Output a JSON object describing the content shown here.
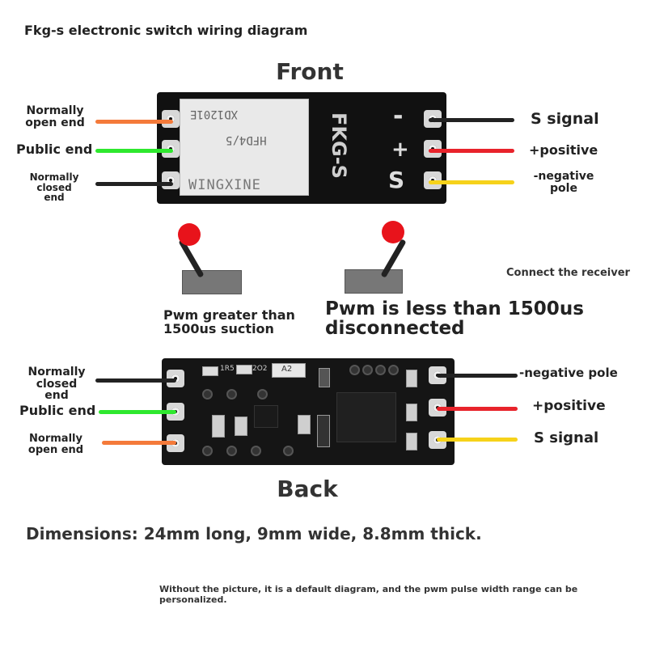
{
  "title": "Fkg-s electronic switch wiring diagram",
  "front": {
    "heading": "Front",
    "left_labels": [
      "Normally\nopen end",
      "Public end",
      "Normally\nclosed end"
    ],
    "right_labels": [
      "S signal",
      "+positive",
      "-negative\npole"
    ],
    "relay_text": [
      "XD1201E",
      "HFD4/5"
    ],
    "board_text": [
      "WINGXINE",
      "FKG-S",
      "S",
      "+",
      "-"
    ]
  },
  "receiver_label": "Connect the receiver",
  "pwm_greater": "Pwm greater than\n1500us suction",
  "pwm_less": "Pwm is less than 1500us\ndisconnected",
  "back": {
    "heading": "Back",
    "left_labels": [
      "Normally\nclosed end",
      "Public end",
      "Normally\nopen end"
    ],
    "right_labels": [
      "-negative pole",
      "+positive",
      "S signal"
    ],
    "board_text": [
      "1R5",
      "2O2",
      "A2"
    ]
  },
  "dimensions": "Dimensions: 24mm long, 9mm wide, 8.8mm thick.",
  "footnote": "Without the picture, it is a default diagram, and the pwm pulse width range can be personalized.",
  "colors": {
    "orange_wire": "#f47a3a",
    "green_wire": "#2ee82e",
    "black_wire": "#222222",
    "red_wire": "#e8232b",
    "yellow_wire": "#f6d21a",
    "knob": "#e8131b"
  }
}
